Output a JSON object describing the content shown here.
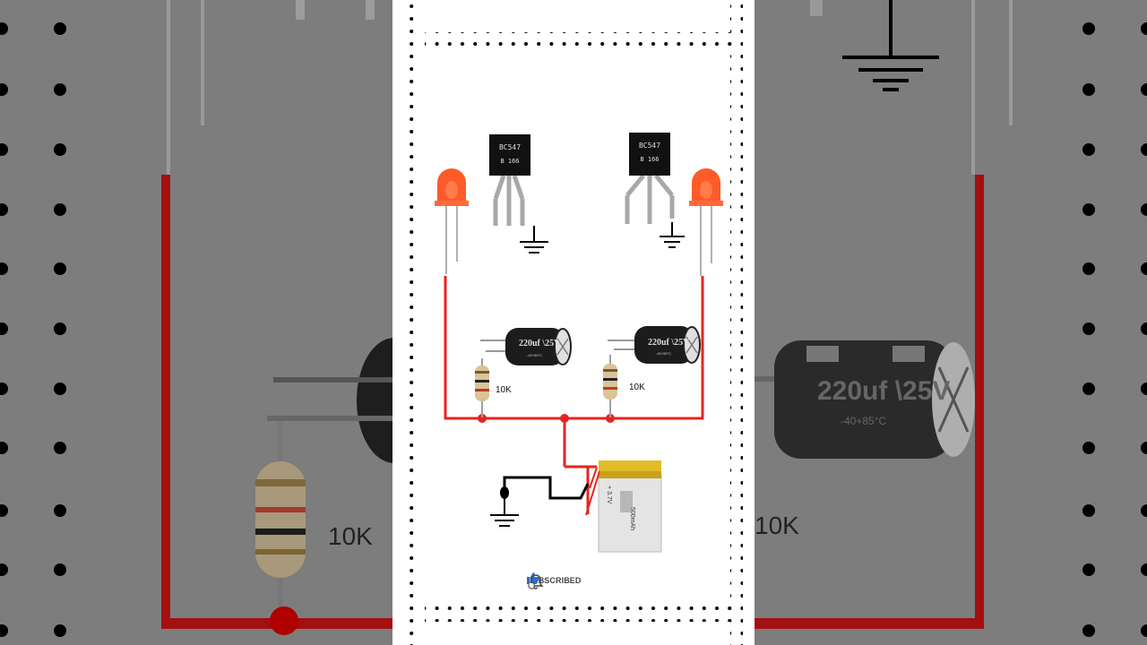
{
  "transistors": [
    {
      "model": "BC547",
      "code": "B 166"
    },
    {
      "model": "BC547",
      "code": "B 166"
    }
  ],
  "capacitors": [
    {
      "label": "220uf \\25V",
      "temp": "-40+85°C"
    },
    {
      "label": "220uf \\25V",
      "temp": "-40+85°C"
    }
  ],
  "resistors": [
    {
      "value": "10K"
    },
    {
      "value": "10K"
    }
  ],
  "battery": {
    "voltage": "+ 3.7V",
    "capacity": "500mAh"
  },
  "subscribe": {
    "label": "SUBSCRIBED"
  },
  "background": {
    "capacitor_label": "220uf \\25V",
    "capacitor_temp": "-40+85°C",
    "left_resistor": "10K",
    "right_resistor": "10K"
  },
  "colors": {
    "wire": "#e8231e",
    "led": "#ff5a2a",
    "like": "#1f72d8"
  },
  "icons": [
    "thumbs-up-icon",
    "bell-icon",
    "hand-cursor-icon",
    "ground-icon"
  ]
}
